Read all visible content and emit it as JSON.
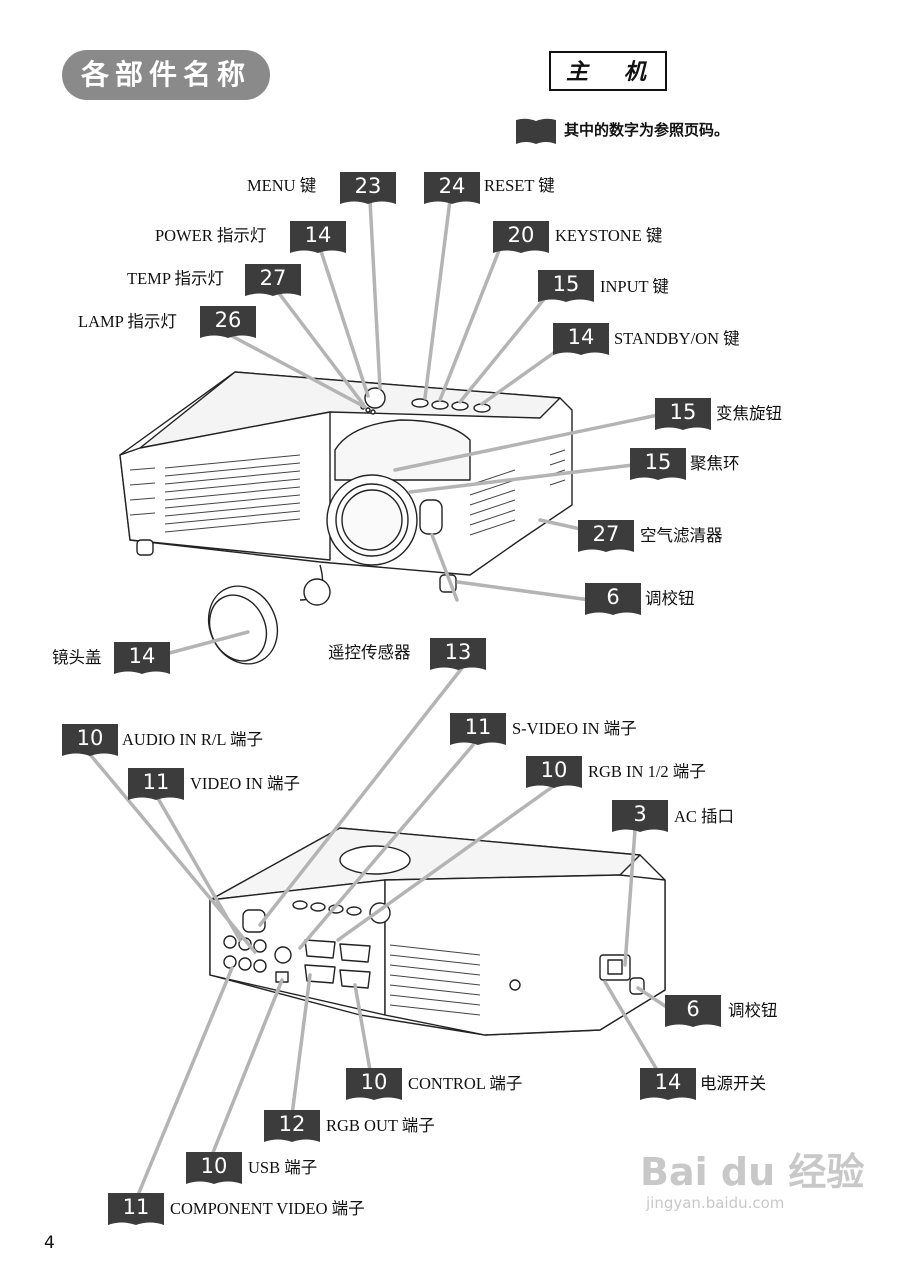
{
  "header": {
    "section_title": "各部件名称",
    "unit_label": "主 机"
  },
  "legend_note": {
    "icon": "book-icon",
    "text": "其中的数字为参照页码。"
  },
  "callouts_top": [
    {
      "page": "23",
      "label": "MENU 键"
    },
    {
      "page": "24",
      "label": "RESET 键"
    },
    {
      "page": "14",
      "label": "POWER 指示灯"
    },
    {
      "page": "20",
      "label": "KEYSTONE 键"
    },
    {
      "page": "27",
      "label": "TEMP 指示灯"
    },
    {
      "page": "15",
      "label": "INPUT 键"
    },
    {
      "page": "26",
      "label": "LAMP 指示灯"
    },
    {
      "page": "14",
      "label": "STANDBY/ON 键"
    },
    {
      "page": "15",
      "label": "变焦旋钮"
    },
    {
      "page": "15",
      "label": "聚焦环"
    },
    {
      "page": "27",
      "label": "空气滤清器"
    },
    {
      "page": "6",
      "label": "调校钮"
    },
    {
      "page": "14",
      "label": "镜头盖"
    },
    {
      "page": "13",
      "label": "遥控传感器"
    }
  ],
  "callouts_bottom": [
    {
      "page": "10",
      "label": "AUDIO IN R/L 端子"
    },
    {
      "page": "11",
      "label": "S-VIDEO IN 端子"
    },
    {
      "page": "11",
      "label": "VIDEO IN 端子"
    },
    {
      "page": "10",
      "label": "RGB IN 1/2 端子"
    },
    {
      "page": "3",
      "label": "AC 插口"
    },
    {
      "page": "6",
      "label": "调校钮"
    },
    {
      "page": "10",
      "label": "CONTROL 端子"
    },
    {
      "page": "14",
      "label": "电源开关"
    },
    {
      "page": "12",
      "label": "RGB OUT 端子"
    },
    {
      "page": "10",
      "label": "USB 端子"
    },
    {
      "page": "11",
      "label": "COMPONENT VIDEO 端子"
    }
  ],
  "page_number": "4",
  "watermark": {
    "main": "Bai du 经验",
    "url": "jingyan.baidu.com"
  },
  "colors": {
    "badge": "#3c3c3c",
    "leader": "#b4b4b4",
    "pill": "#8a8a8a"
  }
}
